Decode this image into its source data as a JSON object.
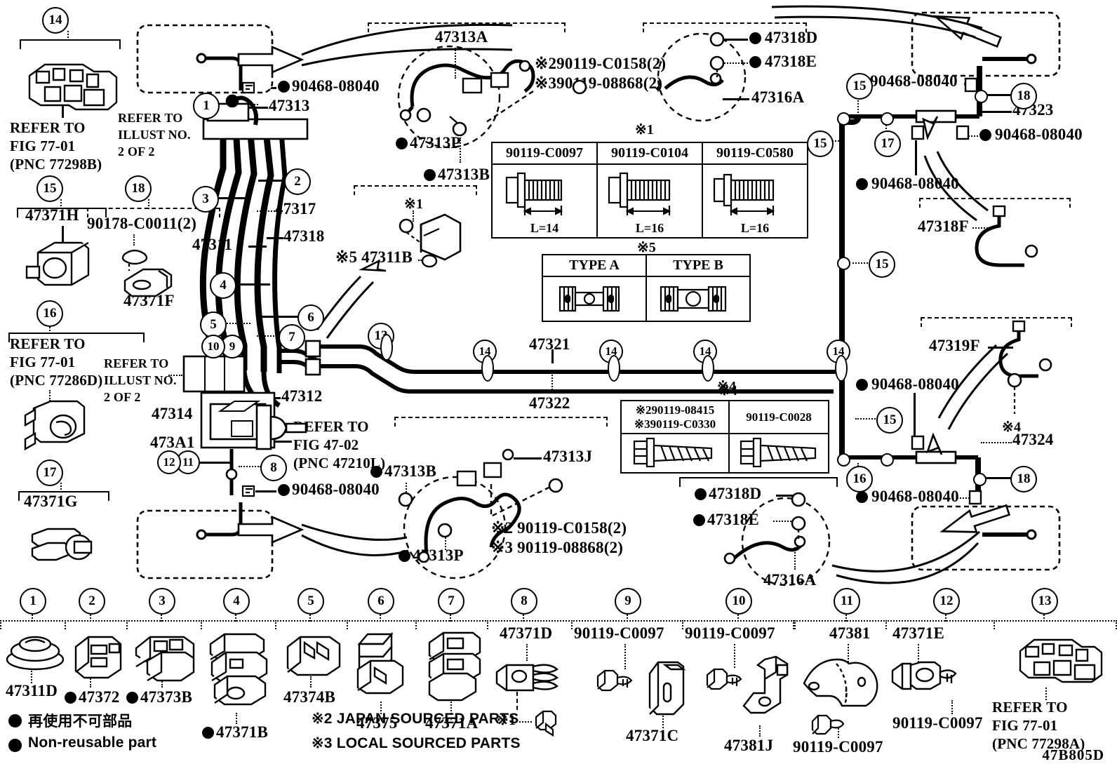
{
  "diagram": {
    "id": "47B805D",
    "notes": {
      "nonreusable_jp": "再使用不可部品",
      "nonreusable_en": "Non-reusable part",
      "note2": "※2 JAPAN SOURCED PARTS",
      "note3": "※3 LOCAL SOURCED PARTS"
    }
  },
  "left_column": {
    "item14": {
      "index": "14",
      "line1": "REFER TO",
      "line2": "FIG 77-01",
      "line3": "(PNC 77298B)"
    },
    "item15": {
      "index": "15",
      "part": "47371H"
    },
    "item18": {
      "index": "18",
      "part": "90178-C0011(2)",
      "sub": "47371F"
    },
    "item16": {
      "index": "16",
      "line1": "REFER TO",
      "line2": "FIG 77-01",
      "line3": "(PNC 77286D)"
    },
    "item17": {
      "index": "17",
      "part": "47371G"
    }
  },
  "refer_illust": {
    "top": {
      "line1": "REFER TO",
      "line2": "ILLUST NO.",
      "line3": "2 OF 2"
    },
    "mid": {
      "line1": "REFER TO",
      "line2": "ILLUST NO.",
      "line3": "2 OF 2"
    },
    "fig4702": {
      "line1": "REFER TO",
      "line2": "FIG 47-02",
      "line3": "(PNC 47210L)"
    }
  },
  "main_labels": {
    "p47313": "47313",
    "p47317": "47317",
    "p47318": "47318",
    "p47311": "47311",
    "p47312": "47312",
    "p47314": "47314",
    "p473A1": "473A1",
    "p47321": "47321",
    "p47322": "47322",
    "p47323": "47323",
    "p47324": "47324",
    "p47313A": "47313A",
    "p47313B_top": "47313B",
    "p47313P_top": "47313P",
    "p47313B_bot": "47313B",
    "p47313P_bot": "47313P",
    "p47313J": "47313J",
    "p47311B": "※5 47311B",
    "p47316A_top": "47316A",
    "p47316A_bot": "47316A",
    "p47318D_top": "47318D",
    "p47318E_top": "47318E",
    "p47318D_bot": "47318D",
    "p47318E_bot": "47318E",
    "p47318F": "47318F",
    "p47319F": "47319F",
    "bolt90468_a": "90468-08040",
    "bolt90468_b": "90468-08040",
    "bolt90468_c": "90468-08040",
    "bolt90468_d": "90468-08040",
    "bolt90468_e": "90468-08040",
    "bolt90468_f": "90468-08040",
    "bolt90468_g": "90468-08040",
    "note_c0158_top": "※290119-C0158(2)",
    "note_08868_top": "※390119-08868(2)",
    "note_c0158_bot": "※2 90119-C0158(2)",
    "note_08868_bot": "※3 90119-08868(2)",
    "mark1_a": "※1",
    "mark1_b": "※1",
    "mark1_c": "※1",
    "mark4_a": "※4",
    "mark4_b": "※4",
    "mark5_a": "※5"
  },
  "table_bolts": {
    "caption": "※1",
    "headers": [
      "90119-C0097",
      "90119-C0104",
      "90119-C0580"
    ],
    "lengths": [
      "L=14",
      "L=16",
      "L=16"
    ]
  },
  "table_types": {
    "caption": "※5",
    "headers": [
      "TYPE A",
      "TYPE B"
    ]
  },
  "table_bolts2": {
    "caption": "※4",
    "headers": [
      "※290119-08415\n※390119-C0330",
      "90119-C0028"
    ],
    "header_col1_line1": "※290119-08415",
    "header_col1_line2": "※390119-C0330",
    "header_col2": "90119-C0028"
  },
  "pipe_markers": {
    "m1": "1",
    "m2": "2",
    "m3": "3",
    "m4": "4",
    "m5": "5",
    "m6": "6",
    "m7": "7",
    "m8": "8",
    "m9": "9",
    "m10": "10",
    "m11": "11",
    "m12": "12",
    "m13": "13",
    "m14a": "14",
    "m14b": "14",
    "m14c": "14",
    "m14d": "14",
    "m15a": "15",
    "m15b": "15",
    "m15c": "15",
    "m15d": "15",
    "m16": "16",
    "m17": "17",
    "m18a": "18",
    "m18b": "18"
  },
  "legend": {
    "items": [
      {
        "index": "1",
        "part": "47311D",
        "bullet": false,
        "extra": ""
      },
      {
        "index": "2",
        "part": "47372",
        "bullet": true,
        "extra": ""
      },
      {
        "index": "3",
        "part": "47373B",
        "bullet": true,
        "extra": ""
      },
      {
        "index": "4",
        "part": "47371B",
        "bullet": true,
        "extra": ""
      },
      {
        "index": "5",
        "part": "47374B",
        "bullet": false,
        "extra": ""
      },
      {
        "index": "6",
        "part": "47375",
        "bullet": false,
        "extra": ""
      },
      {
        "index": "7",
        "part": "47371A",
        "bullet": false,
        "extra": ""
      },
      {
        "index": "8",
        "part": "47371D",
        "bullet": false,
        "extra": "※1"
      },
      {
        "index": "9",
        "part": "47371C",
        "bullet": false,
        "extra": "90119-C0097"
      },
      {
        "index": "10",
        "part": "47381J",
        "bullet": false,
        "extra": "90119-C0097"
      },
      {
        "index": "11",
        "part": "47381",
        "bullet": false,
        "extra": "90119-C0097"
      },
      {
        "index": "12",
        "part": "47371E",
        "bullet": false,
        "extra": "90119-C0097"
      },
      {
        "index": "13",
        "part": "",
        "bullet": false,
        "extra": ""
      }
    ],
    "item13_refer": {
      "line1": "REFER TO",
      "line2": "FIG 77-01",
      "line3": "(PNC 77298A)"
    }
  }
}
